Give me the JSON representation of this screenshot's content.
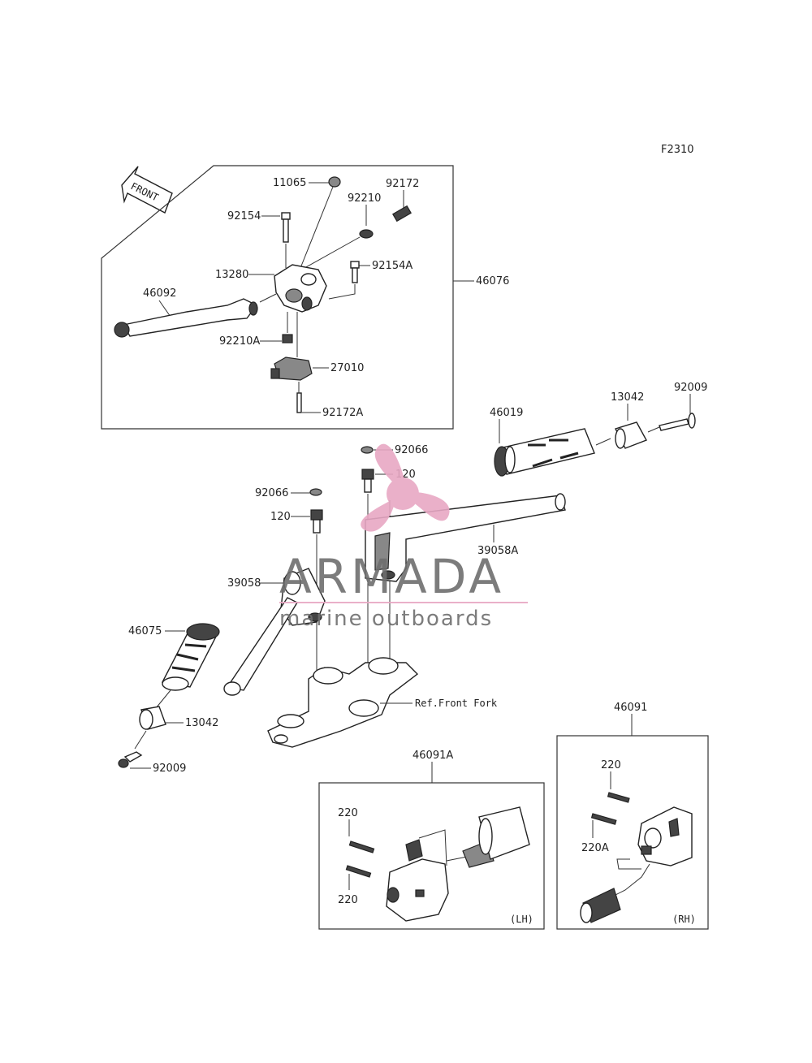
{
  "page_code": "F2310",
  "front_arrow_text": "FRONT",
  "labels": {
    "p11065": "11065",
    "p92172": "92172",
    "p92210": "92210",
    "p92154": "92154",
    "p92154A": "92154A",
    "p13280": "13280",
    "p46076": "46076",
    "p46092": "46092",
    "p92210A": "92210A",
    "p27010": "27010",
    "p92172A": "92172A",
    "p46019": "46019",
    "p13042_r": "13042",
    "p92009_r": "92009",
    "p92066_r": "92066",
    "p120_r": "120",
    "p92066_l": "92066",
    "p120_l": "120",
    "p39058A": "39058A",
    "p39058": "39058",
    "p46075": "46075",
    "p13042_l": "13042",
    "p92009_l": "92009",
    "ref_front_fork": "Ref.Front Fork",
    "p46091": "46091",
    "p46091A": "46091A",
    "p220_lh_top": "220",
    "p220_lh_bottom": "220",
    "lh": "(LH)",
    "p220_rh": "220",
    "p220A": "220A",
    "rh": "(RH)"
  },
  "watermark": {
    "brand": "ARMADA",
    "tagline": "marine outboards",
    "color_pink": "#e8a8c4",
    "color_gray": "#6e6e6e"
  },
  "colors": {
    "line": "#333333",
    "background": "#ffffff"
  }
}
